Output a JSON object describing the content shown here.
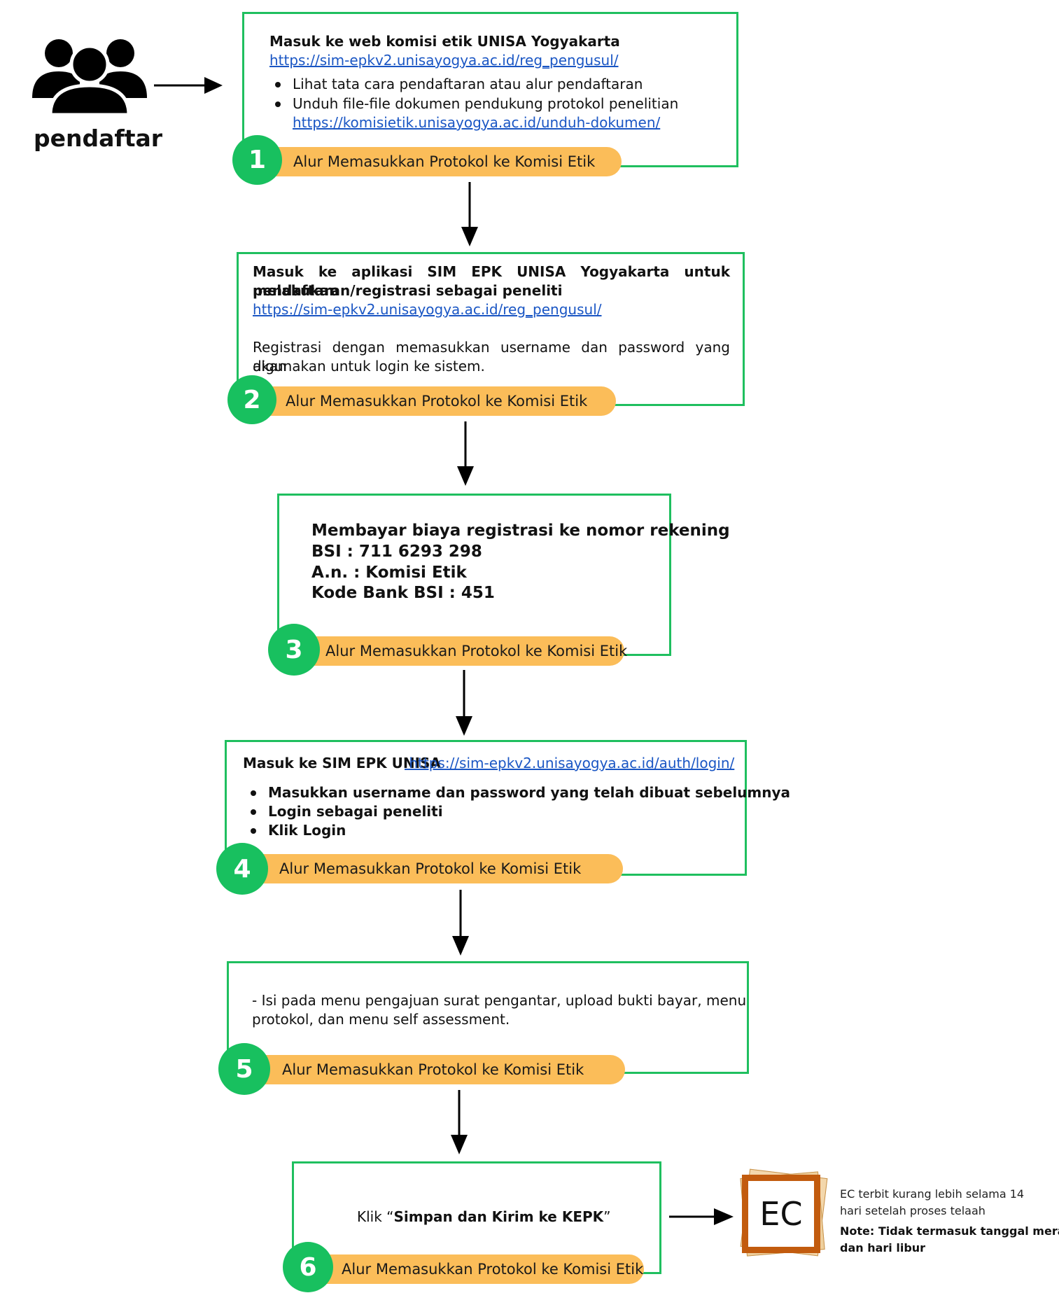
{
  "registrant": {
    "icon": "users-group-icon",
    "label": "pendaftar"
  },
  "step_label": "Alur Memasukkan Protokol ke Komisi Etik",
  "steps": [
    {
      "number": "1",
      "title": "Masuk ke web komisi etik UNISA Yogyakarta",
      "link": "https://sim-epkv2.unisayogya.ac.id/reg_pengusul/",
      "bullets": [
        "Lihat tata cara pendaftaran atau alur pendaftaran",
        "Unduh file-file dokumen pendukung protokol penelitian"
      ],
      "bullet_link": "https://komisietik.unisayogya.ac.id/unduh-dokumen/"
    },
    {
      "number": "2",
      "title_line1": "Masuk ke aplikasi SIM EPK UNISA Yogyakarta untuk melakukan",
      "title_line2": "pendaftaran/registrasi sebagai peneliti",
      "link": "https://sim-epkv2.unisayogya.ac.id/reg_pengusul/",
      "body_line1": "Registrasi dengan memasukkan username dan password yang akan",
      "body_line2": "digunakan untuk login ke sistem."
    },
    {
      "number": "3",
      "lines": [
        "Membayar biaya registrasi ke nomor rekening",
        "BSI : 711 6293 298",
        "A.n. : Komisi Etik",
        "Kode Bank BSI : 451"
      ]
    },
    {
      "number": "4",
      "title": "Masuk ke SIM EPK UNISA",
      "link": " https://sim-epkv2.unisayogya.ac.id/auth/login/",
      "bullets": [
        "Masukkan username dan password yang telah dibuat sebelumnya",
        "Login sebagai peneliti",
        "Klik Login"
      ]
    },
    {
      "number": "5",
      "line1": "- Isi pada menu pengajuan surat pengantar, upload bukti bayar, menu",
      "line2": "protokol, dan menu self assessment."
    },
    {
      "number": "6",
      "prefix": "Klik “",
      "bold": "Simpan dan Kirim ke KEPK",
      "suffix": "”"
    }
  ],
  "certificate": {
    "icon": "ec-certificate-icon",
    "label": "EC",
    "note_line1": "EC terbit kurang lebih selama 14",
    "note_line2": "hari setelah proses telaah",
    "note_bold1": "Note: Tidak termasuk tanggal merah",
    "note_bold2": "dan hari libur"
  },
  "colors": {
    "box_border": "#1fbf5f",
    "circle": "#18c05f",
    "pill": "#fbbd59",
    "link": "#1a56c4"
  }
}
